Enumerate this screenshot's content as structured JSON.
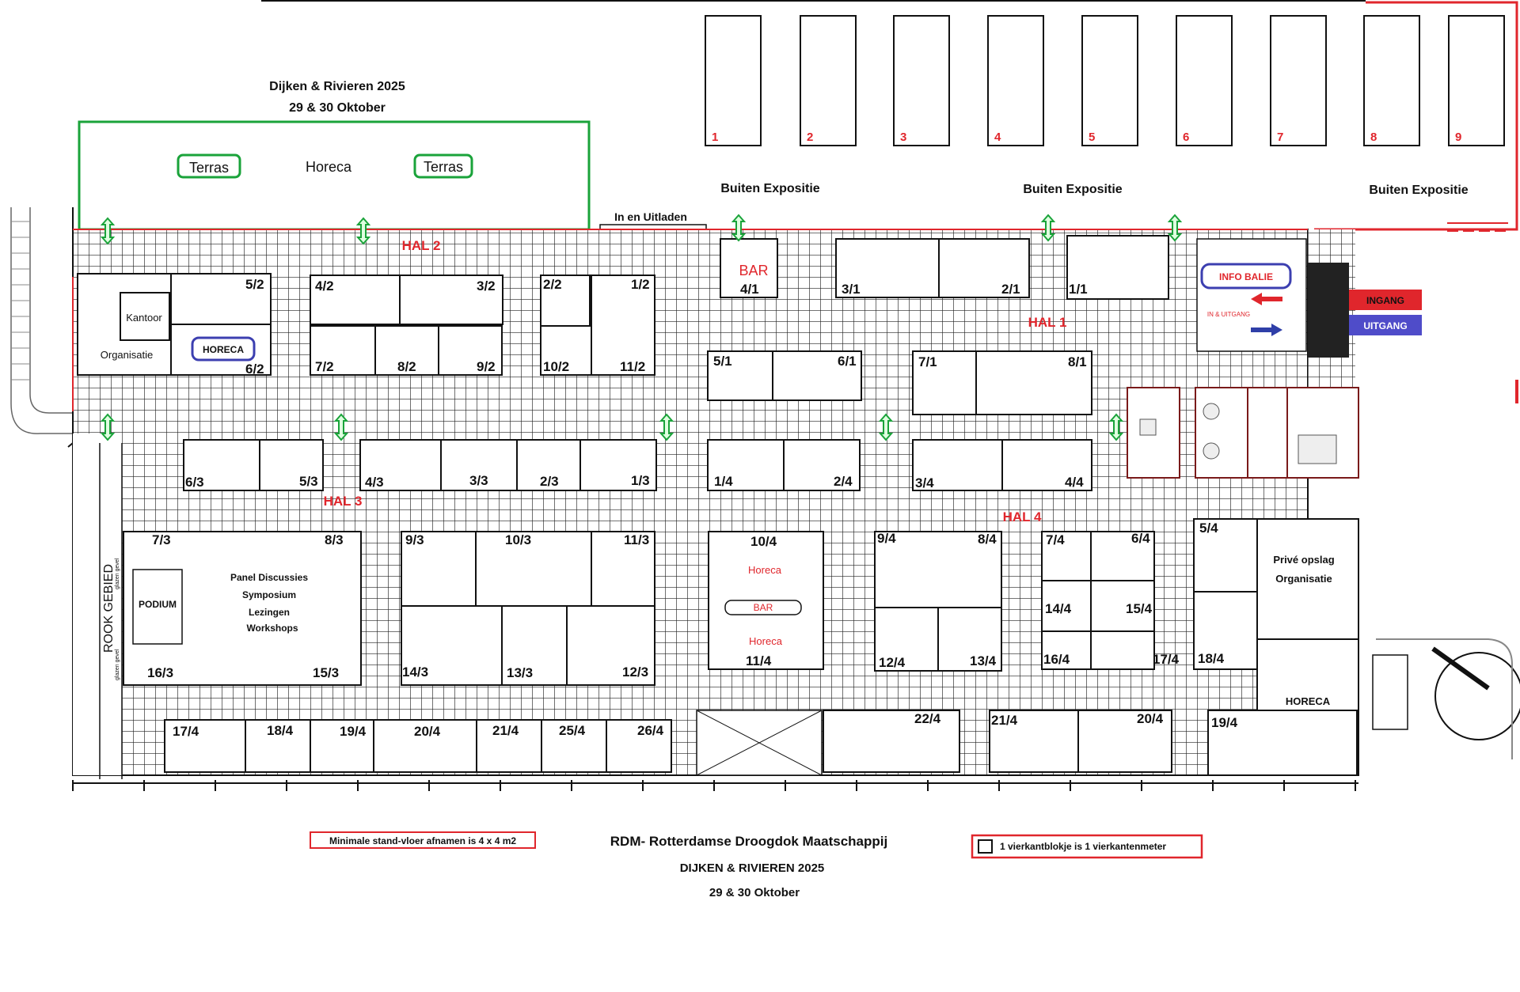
{
  "header": {
    "title": "Dijken & Rivieren 2025",
    "dates": "29 & 30 Oktober"
  },
  "terrace": {
    "left": "Terras",
    "center": "Horeca",
    "right": "Terras"
  },
  "outdoor": {
    "numbers": [
      "1",
      "2",
      "3",
      "4",
      "5",
      "6",
      "7",
      "8",
      "9"
    ],
    "label": "Buiten Expositie",
    "loading": "In en Uitladen"
  },
  "halls": {
    "h1": "HAL 1",
    "h2": "HAL 2",
    "h3": "HAL 3",
    "h4": "HAL 4"
  },
  "rooms": {
    "kantoor": "Kantoor",
    "organisatie": "Organisatie",
    "horeca": "HORECA",
    "bar": "BAR",
    "info_balie": "INFO BALIE",
    "in_uitgang": "IN & UITGANG",
    "ingang": "INGANG",
    "uitgang": "UITGANG",
    "podium": "PODIUM",
    "program": [
      "Panel Discussies",
      "Symposium",
      "Lezingen",
      "Workshops"
    ],
    "horeca_small": "Horeca",
    "bar_small": "BAR",
    "prive_opslag": "Privé opslag",
    "prive_org": "Organisatie",
    "rook_gebied": "ROOK GEBIED",
    "glazen_gevel": "glazen gevel"
  },
  "stands": [
    {
      "id": "5/2",
      "col": "#000"
    },
    {
      "id": "4/2"
    },
    {
      "id": "3/2"
    },
    {
      "id": "2/2"
    },
    {
      "id": "1/2"
    },
    {
      "id": "7/2"
    },
    {
      "id": "8/2"
    },
    {
      "id": "9/2"
    },
    {
      "id": "10/2"
    },
    {
      "id": "11/2"
    },
    {
      "id": "6/2"
    },
    {
      "id": "4/1"
    },
    {
      "id": "3/1"
    },
    {
      "id": "2/1"
    },
    {
      "id": "1/1"
    },
    {
      "id": "5/1"
    },
    {
      "id": "6/1"
    },
    {
      "id": "7/1"
    },
    {
      "id": "8/1"
    },
    {
      "id": "6/3"
    },
    {
      "id": "5/3"
    },
    {
      "id": "4/3"
    },
    {
      "id": "3/3"
    },
    {
      "id": "2/3"
    },
    {
      "id": "1/3"
    },
    {
      "id": "1/4"
    },
    {
      "id": "2/4"
    },
    {
      "id": "3/4"
    },
    {
      "id": "4/4"
    },
    {
      "id": "7/3"
    },
    {
      "id": "8/3"
    },
    {
      "id": "9/3"
    },
    {
      "id": "10/3"
    },
    {
      "id": "11/3"
    },
    {
      "id": "16/3"
    },
    {
      "id": "15/3"
    },
    {
      "id": "14/3"
    },
    {
      "id": "13/3"
    },
    {
      "id": "12/3"
    },
    {
      "id": "10/4"
    },
    {
      "id": "11/4"
    },
    {
      "id": "9/4"
    },
    {
      "id": "8/4"
    },
    {
      "id": "12/4"
    },
    {
      "id": "13/4"
    },
    {
      "id": "7/4"
    },
    {
      "id": "6/4"
    },
    {
      "id": "14/4"
    },
    {
      "id": "15/4"
    },
    {
      "id": "16/4"
    },
    {
      "id": "17/4"
    },
    {
      "id": "5/4"
    },
    {
      "id": "18/4"
    },
    {
      "id": "17/4b"
    },
    {
      "id": "18/4b"
    },
    {
      "id": "19/4"
    },
    {
      "id": "20/4"
    },
    {
      "id": "21/4"
    },
    {
      "id": "25/4"
    },
    {
      "id": "26/4"
    },
    {
      "id": "22/4"
    },
    {
      "id": "21/4b"
    },
    {
      "id": "20/4b"
    },
    {
      "id": "19/4b"
    }
  ],
  "stand_labels": {
    "s5_2": "5/2",
    "s4_2": "4/2",
    "s3_2": "3/2",
    "s2_2": "2/2",
    "s1_2": "1/2",
    "s7_2": "7/2",
    "s8_2": "8/2",
    "s9_2": "9/2",
    "s10_2": "10/2",
    "s11_2": "11/2",
    "s6_2": "6/2",
    "s4_1": "4/1",
    "s3_1": "3/1",
    "s2_1": "2/1",
    "s1_1": "1/1",
    "s5_1": "5/1",
    "s6_1": "6/1",
    "s7_1": "7/1",
    "s8_1": "8/1",
    "s6_3": "6/3",
    "s5_3": "5/3",
    "s4_3": "4/3",
    "s3_3": "3/3",
    "s2_3": "2/3",
    "s1_3": "1/3",
    "s1_4": "1/4",
    "s2_4": "2/4",
    "s3_4": "3/4",
    "s4_4": "4/4",
    "s7_3": "7/3",
    "s8_3": "8/3",
    "s9_3": "9/3",
    "s10_3": "10/3",
    "s11_3": "11/3",
    "s16_3": "16/3",
    "s15_3": "15/3",
    "s14_3": "14/3",
    "s13_3": "13/3",
    "s12_3": "12/3",
    "s10_4": "10/4",
    "s11_4": "11/4",
    "s9_4": "9/4",
    "s8_4": "8/4",
    "s12_4": "12/4",
    "s13_4": "13/4",
    "s7_4": "7/4",
    "s6_4": "6/4",
    "s14_4": "14/4",
    "s15_4": "15/4",
    "s16_4": "16/4",
    "s17_4": "17/4",
    "s5_4": "5/4",
    "s18_4": "18/4",
    "b17_4": "17/4",
    "b18_4": "18/4",
    "b19_4": "19/4",
    "b20_4": "20/4",
    "b21_4": "21/4",
    "b25_4": "25/4",
    "b26_4": "26/4",
    "c22_4": "22/4",
    "c21_4": "21/4",
    "c20_4": "20/4",
    "c19_4": "19/4"
  },
  "footer": {
    "min_stand": "Minimale stand-vloer afnamen is 4 x 4  m2",
    "venue": "RDM- Rotterdamse Droogdok Maatschappij",
    "event": "DIJKEN & RIVIEREN 2025",
    "dates": "29 & 30 Oktober",
    "legend": "1 vierkantblokje is 1 vierkantenmeter"
  },
  "colors": {
    "red": "#e0262c",
    "green": "#1aa33a",
    "blue": "#2f3fa8",
    "info_red": "#e0262c",
    "uitgang_blue": "#4f4cc9"
  }
}
